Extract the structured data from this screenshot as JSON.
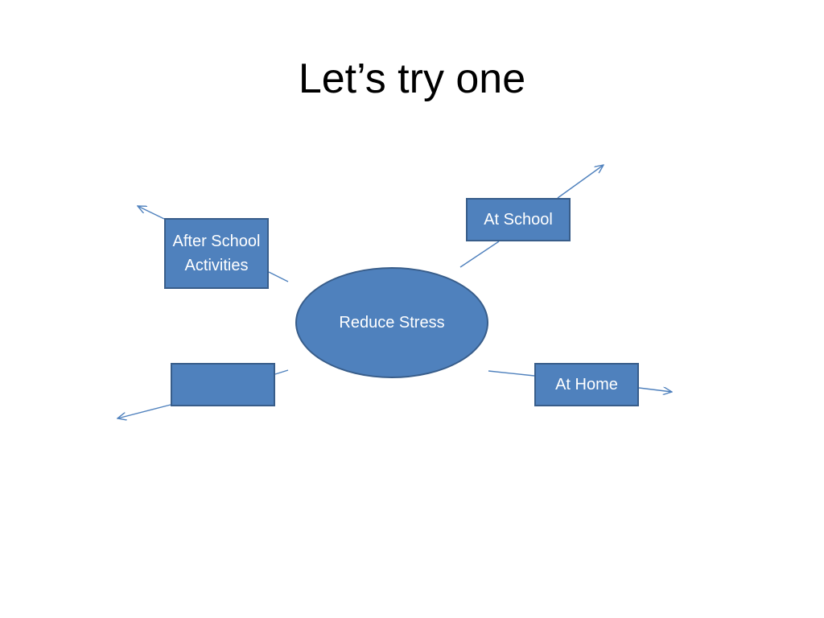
{
  "slide": {
    "title": "Let’s try one"
  },
  "diagram": {
    "center": {
      "label": "Reduce Stress"
    },
    "branches": [
      {
        "id": "after-school-activities",
        "label": "After School Activities"
      },
      {
        "id": "at-school",
        "label": "At School"
      },
      {
        "id": "at-home",
        "label": "At Home"
      },
      {
        "id": "empty",
        "label": ""
      }
    ]
  },
  "colors": {
    "node_fill": "#4f81bd",
    "node_border": "#385d8a",
    "connector": "#4f81bd",
    "node_text": "#ffffff",
    "title_text": "#000000"
  }
}
